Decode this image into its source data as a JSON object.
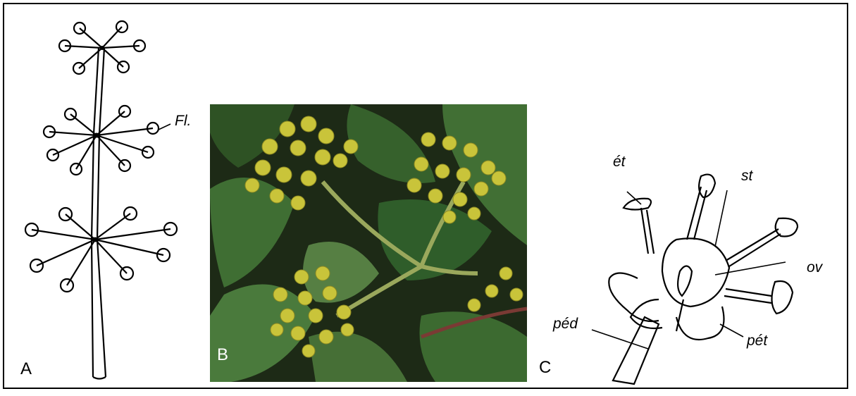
{
  "panels": {
    "a": {
      "letter": "A",
      "labels": {
        "fl": "Fl."
      }
    },
    "b": {
      "letter": "B"
    },
    "c": {
      "letter": "C",
      "labels": {
        "et": "ét",
        "st": "st",
        "ov": "ov",
        "ped": "péd",
        "pet": "pét"
      }
    }
  },
  "colors": {
    "frame": "#000000",
    "leaf": "#2f5d2a",
    "flower": "#c9c43a",
    "background": "#ffffff"
  }
}
